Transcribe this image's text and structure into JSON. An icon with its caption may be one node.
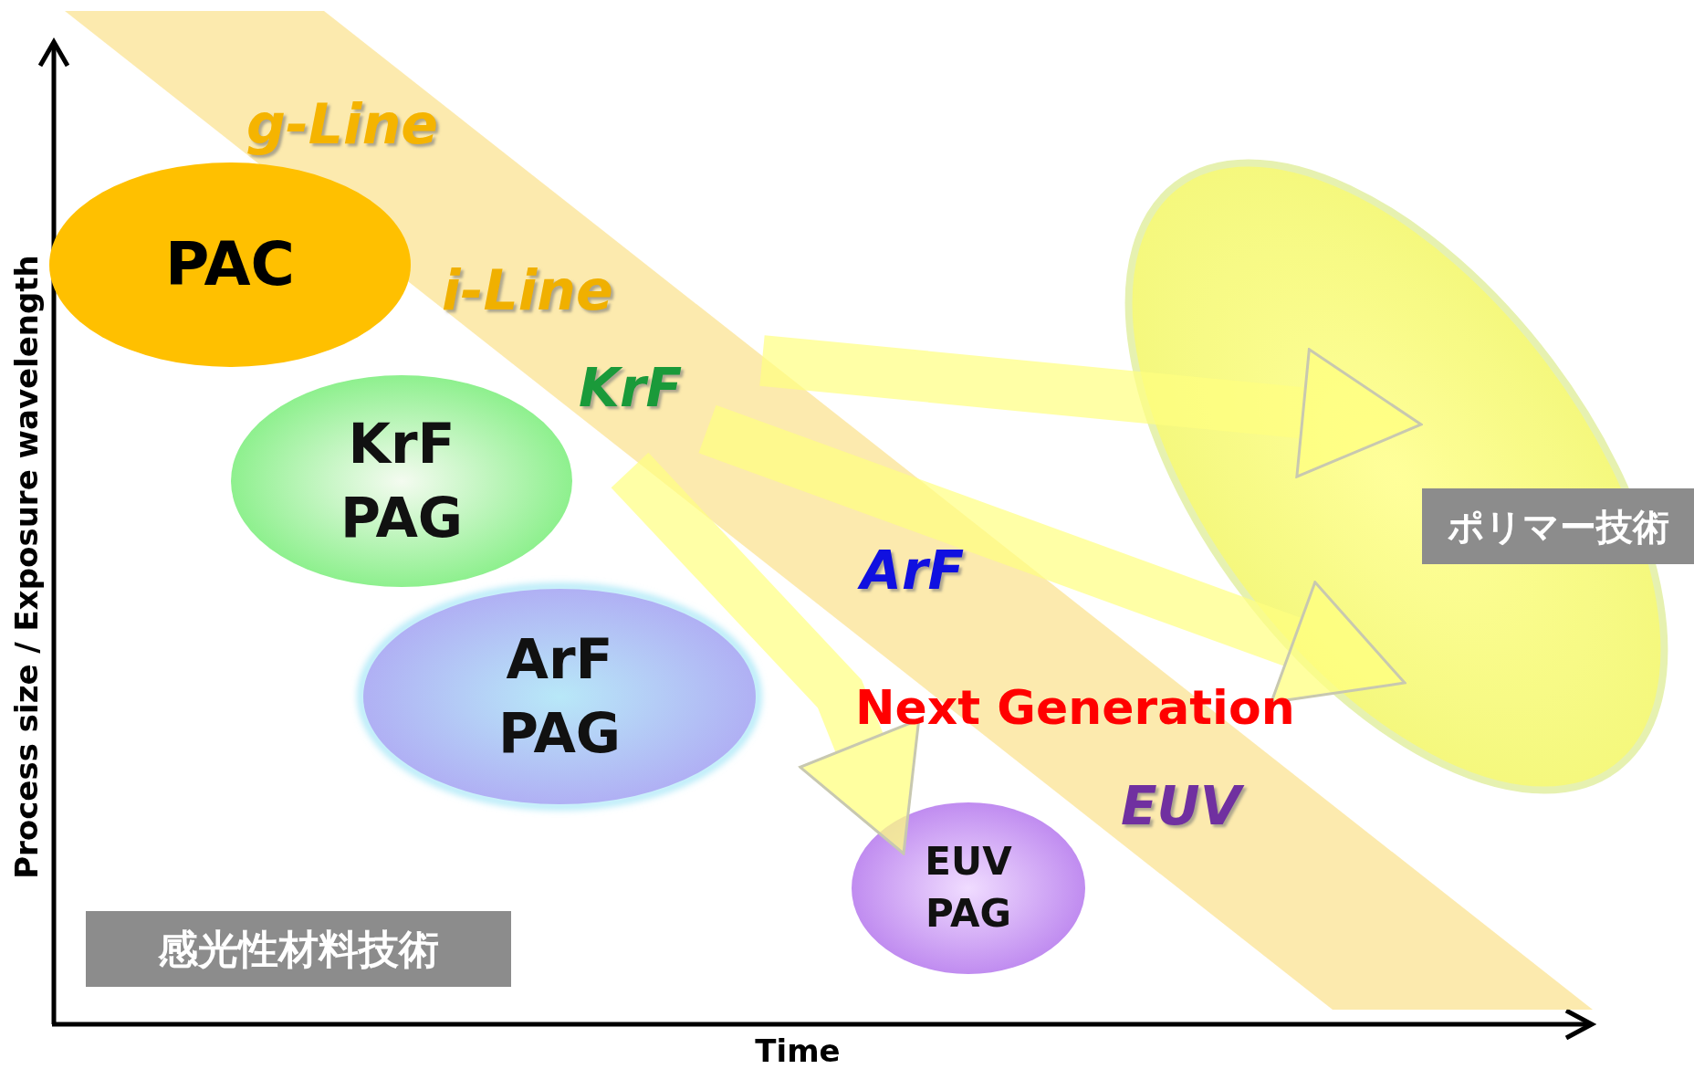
{
  "diagram": {
    "nodes": [
      {
        "text": [
          "g-Line",
          "i-Line",
          "KrF",
          "ArF",
          "Next Generation",
          "EUV"
        ]
      },
      {
        "text": [
          "PAC"
        ]
      },
      {
        "text": [
          "KrF PAG"
        ]
      },
      {
        "text": [
          "ArF PAG"
        ]
      },
      {
        "text": [
          "EUV PAG"
        ]
      },
      {
        "text": [
          "感光性材料技術"
        ]
      },
      {
        "text": [],
        "shape": "ellipse"
      },
      {
        "text": [
          "ポリマー技術"
        ]
      }
    ],
    "edges": [
      {
        "from": 0,
        "to": 6,
        "arrow": "to"
      },
      {
        "from": 0,
        "to": 6,
        "arrow": "to"
      },
      {
        "from": 0,
        "to": 4,
        "arrow": "to"
      }
    ],
    "labels": [
      "Process size / Exposure wavelength",
      "Time"
    ]
  }
}
